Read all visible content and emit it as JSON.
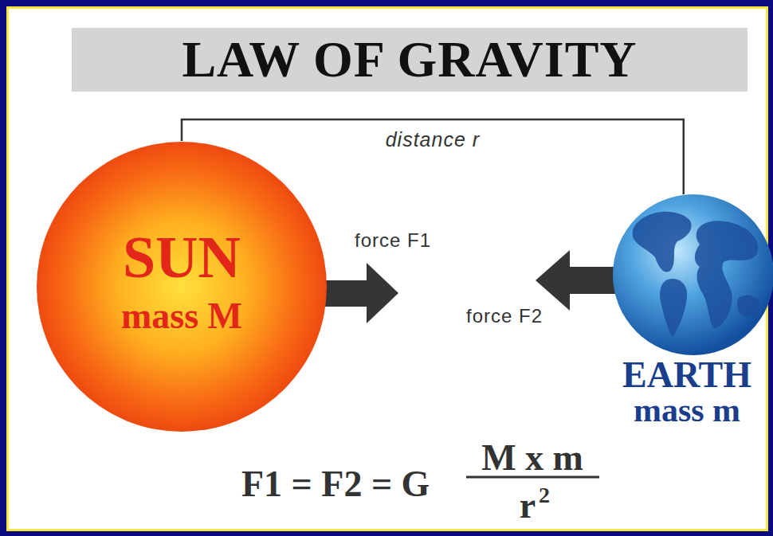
{
  "diagram": {
    "title": "LAW OF GRAVITY",
    "nodes": [
      {
        "text": [
          "SUN",
          "mass M"
        ]
      },
      {
        "text": [
          "EARTH",
          "mass m"
        ]
      }
    ],
    "edges": [
      {
        "from": 0,
        "to": 1,
        "arrow": "none",
        "label": "distance r"
      }
    ],
    "labels": [
      "force F1",
      "force F2",
      "F1 = F2 = G",
      "M x m",
      "r",
      "2"
    ]
  }
}
